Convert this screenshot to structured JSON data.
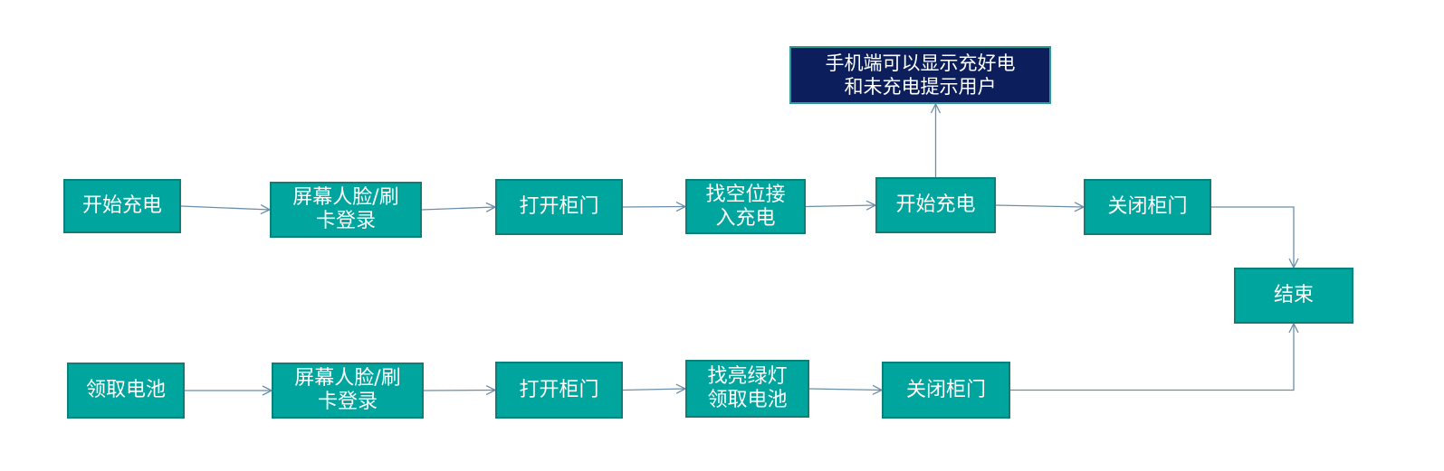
{
  "colors": {
    "node_fill": "#00a59e",
    "node_border": "#0b7f79",
    "note_fill": "#0c1f5c",
    "arrow": "#6b8fa8",
    "text": "#ffffff"
  },
  "nodes": {
    "c_start": "开始充电",
    "c_login": "屏幕人脸/刷\n卡登录",
    "c_open": "打开柜门",
    "c_find": "找空位接\n入充电",
    "c_charging": "开始充电",
    "c_close": "关闭柜门",
    "note": "手机端可以显示充好电\n和未充电提示用户",
    "end": "结束",
    "b_start": "领取电池",
    "b_login": "屏幕人脸/刷\n卡登录",
    "b_open": "打开柜门",
    "b_find": "找亮绿灯\n领取电池",
    "b_close": "关闭柜门"
  },
  "edges": [
    [
      "c_start",
      "c_login"
    ],
    [
      "c_login",
      "c_open"
    ],
    [
      "c_open",
      "c_find"
    ],
    [
      "c_find",
      "c_charging"
    ],
    [
      "c_charging",
      "c_close"
    ],
    [
      "c_charging",
      "note"
    ],
    [
      "c_close",
      "end"
    ],
    [
      "b_start",
      "b_login"
    ],
    [
      "b_login",
      "b_open"
    ],
    [
      "b_open",
      "b_find"
    ],
    [
      "b_find",
      "b_close"
    ],
    [
      "b_close",
      "end"
    ]
  ]
}
